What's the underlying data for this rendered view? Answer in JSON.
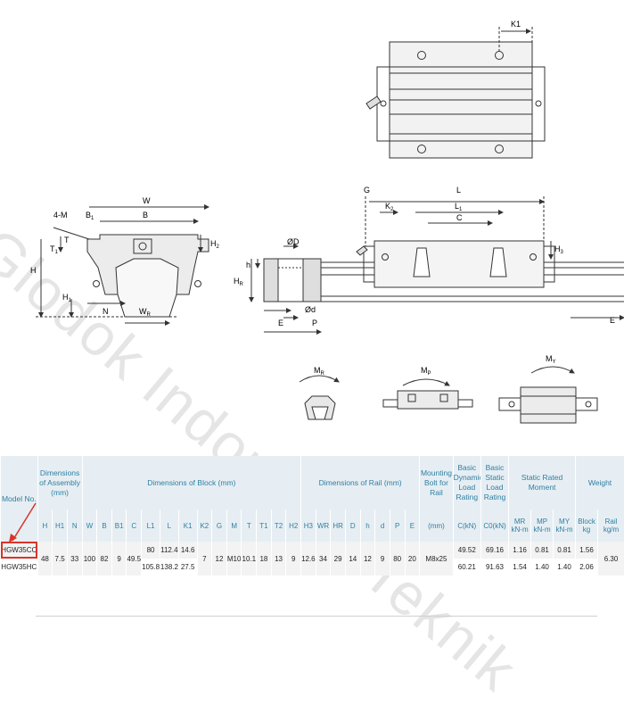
{
  "watermark": "Glodok Indonesia Teknik",
  "labels": {
    "K1": "K1",
    "four_m": "4-M",
    "B1": "B",
    "B1s": "1",
    "B": "B",
    "W": "W",
    "T1": "T",
    "T1s": "1",
    "T": "T",
    "H": "H",
    "H1": "H",
    "H1s": "1",
    "H2": "H",
    "H2s": "2",
    "N": "N",
    "WR": "W",
    "WRs": "R",
    "phiD": "ØD",
    "HR": "H",
    "HRs": "R",
    "h": "h",
    "phid": "Ød",
    "E": "E",
    "P": "P",
    "G": "G",
    "L": "L",
    "K2": "K",
    "K2s": "2",
    "L1": "L",
    "L1s": "1",
    "C": "C",
    "H3": "H",
    "H3s": "3",
    "E2": "E",
    "MR": "M",
    "MRs": "R",
    "MP": "M",
    "MPs": "P",
    "MY": "M",
    "MYs": "Y"
  },
  "table": {
    "h_model": "Model No.",
    "h_assembly": "Dimensions of Assembly (mm)",
    "h_block": "Dimensions of Block (mm)",
    "h_rail": "Dimensions of Rail (mm)",
    "h_bolt": "Mounting Bolt for Rail",
    "h_dyn": "Basic Dynamic Load Rating",
    "h_static": "Basic Static Load Rating",
    "h_moment": "Static Rated Moment",
    "h_weight": "Weight",
    "sub": [
      "H",
      "H1",
      "N",
      "W",
      "B",
      "B1",
      "C",
      "L1",
      "L",
      "K1",
      "K2",
      "G",
      "M",
      "T",
      "T1",
      "T2",
      "H2",
      "H3",
      "WR",
      "HR",
      "D",
      "h",
      "d",
      "P",
      "E",
      "(mm)",
      "C(kN)",
      "C0(kN)",
      "MR",
      "MP",
      "MY",
      "Block",
      "Rail"
    ],
    "units": [
      "kN-m",
      "kN-m",
      "kN-m",
      "kg",
      "kg/m"
    ],
    "row1": {
      "model": "HGW35CC",
      "H": "48",
      "H1": "7.5",
      "N": "33",
      "W": "100",
      "B": "82",
      "B1": "9",
      "C": "49.52",
      "L1": "80",
      "L": "112.4",
      "K1": "14.6",
      "K2": "7",
      "G": "12",
      "M": "M10",
      "T": "10.1",
      "T1": "18",
      "T2": "13",
      "H2": "9",
      "H3": "12.6",
      "WR": "34",
      "HR": "29",
      "D": "14",
      "h": "12",
      "d": "9",
      "P": "80",
      "E": "20",
      "bolt": "M8x25",
      "C0": "69.16",
      "MR": "1.16",
      "MP": "0.81",
      "MY": "0.81",
      "block": "1.56",
      "rail": "6.30"
    },
    "row2": {
      "model": "HGW35HC",
      "L1": "105.8",
      "L": "138.2",
      "K1": "27.5",
      "C": "60.21",
      "C0": "91.63",
      "MR": "1.54",
      "MP": "1.40",
      "MY": "1.40",
      "block": "2.06"
    }
  }
}
